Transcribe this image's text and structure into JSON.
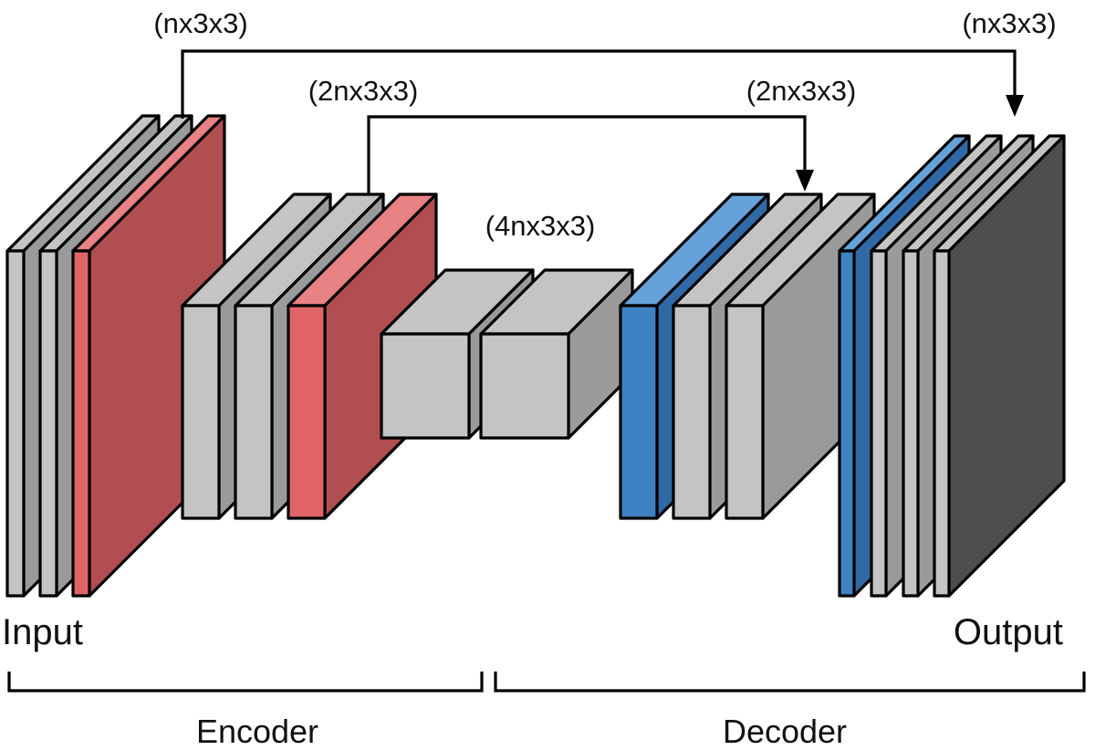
{
  "labels": {
    "input": "Input",
    "output": "Output",
    "encoder": "Encoder",
    "decoder": "Decoder",
    "skip_outer_left": "(nx3x3)",
    "skip_outer_right": "(nx3x3)",
    "skip_inner_left": "(2nx3x3)",
    "skip_inner_right": "(2nx3x3)",
    "bottleneck": "(4nx3x3)"
  },
  "colors": {
    "gray_front": "#c4c4c4",
    "gray_side": "#9a9a9a",
    "red_front": "#e06467",
    "red_top": "#e98284",
    "red_side": "#b04e51",
    "blue_front": "#3f82c4",
    "blue_top": "#66a2da",
    "blue_side": "#2f6aa6",
    "dark_side": "#4e4e4e",
    "line": "#000000"
  }
}
